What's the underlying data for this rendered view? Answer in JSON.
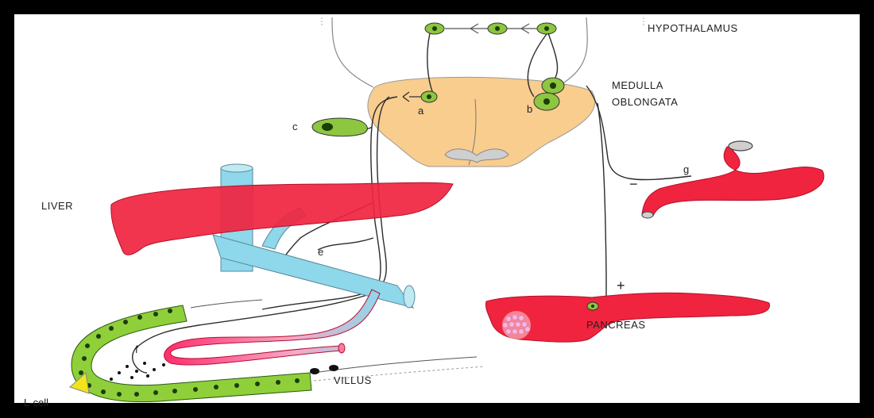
{
  "labels": {
    "hypothalamus": "HYPOTHALAMUS",
    "medulla_line1": "MEDULLA",
    "medulla_line2": "OBLONGATA",
    "liver": "LIVER",
    "pancreas": "PANCREAS",
    "villus": "VILLUS",
    "l_cell": "L-cell"
  },
  "letters": {
    "a": "a",
    "b": "b",
    "c": "c",
    "e": "e",
    "f": "f",
    "g": "g"
  },
  "signs": {
    "stomach": "−",
    "pancreas": "+"
  },
  "colors": {
    "organ_red": "#f0243f",
    "portal_vein": "#8fd7ea",
    "medulla": "#f8cd8e",
    "neuron_green": "#8dc63f",
    "epithelium_green": "#8fcf3a",
    "gut_vessel": "#ff2d6f",
    "islet_pink": "#f6b6e6",
    "l_cell_yellow": "#f2e31b",
    "nerve": "#2b2b2b"
  }
}
